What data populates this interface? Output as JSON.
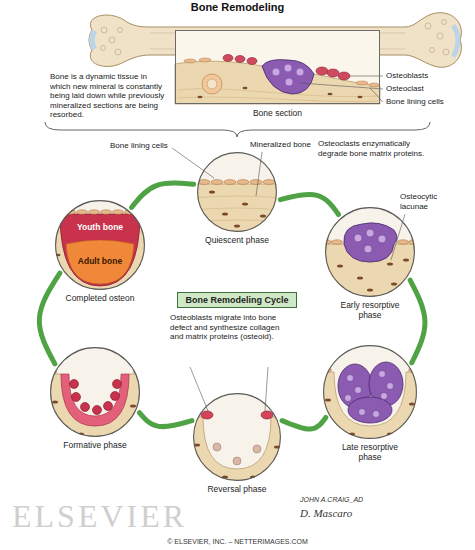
{
  "diagram": {
    "title": "Bone Remodeling",
    "nodes": [
      {
        "text": [
          "Bone section"
        ]
      },
      {
        "text": [
          "Quiescent phase"
        ]
      },
      {
        "text": [
          "Youth bone",
          "Adult bone",
          "Completed osteon"
        ]
      },
      {
        "text": [
          "Early resorptive phase"
        ]
      },
      {
        "text": [
          "Bone Remodeling Cycle"
        ]
      },
      {
        "text": [
          "Formative phase"
        ]
      },
      {
        "text": [
          "Late resorptive phase"
        ]
      },
      {
        "text": [
          "Reversal phase"
        ]
      }
    ],
    "edges": [
      {
        "from": 1,
        "to": 3,
        "arrow": "none"
      },
      {
        "from": 3,
        "to": 6,
        "arrow": "none"
      },
      {
        "from": 6,
        "to": 7,
        "arrow": "none"
      },
      {
        "from": 7,
        "to": 5,
        "arrow": "none"
      },
      {
        "from": 5,
        "to": 2,
        "arrow": "none"
      },
      {
        "from": 2,
        "to": 1,
        "arrow": "none"
      }
    ],
    "labels": [
      "Bone is a dynamic tissue in which new mineral is constantly being laid down while previously mineralized sections are being resorbed.",
      "Osteoblasts",
      "Osteoclast",
      "Bone lining cells",
      "Bone lining cells",
      "Mineralized bone",
      "Osteoclasts enzymatically degrade bone matrix proteins.",
      "Osteocytic lacunae",
      "Osteoblasts migrate into bone defect and synthesize collagen and matrix proteins (osteoid).",
      "ELSEVIER",
      "JOHN A.CRAIG_AD",
      "D. Mascaro",
      "© ELSEVIER, INC. – NETTERIMAGES.COM"
    ]
  }
}
